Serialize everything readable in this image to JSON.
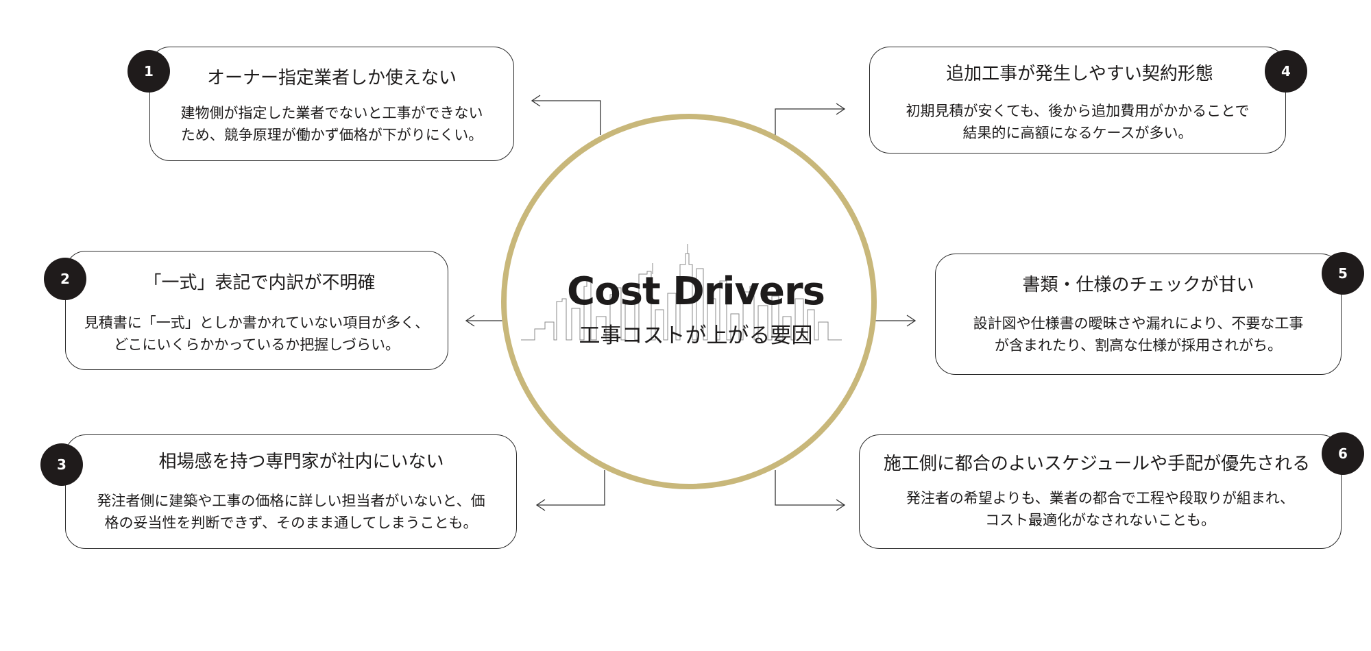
{
  "hub": {
    "title": "Cost Drivers",
    "subtitle": "工事コストが上がる要因",
    "ring_color": "#c8b77a"
  },
  "drivers": [
    {
      "number": "1",
      "title": "オーナー指定業者しか使えない",
      "body": [
        "建物側が指定した業者でないと工事ができない",
        "ため、競争原理が働かず価格が下がりにくい。"
      ]
    },
    {
      "number": "2",
      "title": "「一式」表記で内訳が不明確",
      "body": [
        "見積書に「一式」としか書かれていない項目が多く、",
        "どこにいくらかかっているか把握しづらい。"
      ]
    },
    {
      "number": "3",
      "title": "相場感を持つ専門家が社内にいない",
      "body": [
        "発注者側に建築や工事の価格に詳しい担当者がいないと、価",
        "格の妥当性を判断できず、そのまま通してしまうことも。"
      ]
    },
    {
      "number": "4",
      "title": "追加工事が発生しやすい契約形態",
      "body": [
        "初期見積が安くても、後から追加費用がかかることで",
        "結果的に高額になるケースが多い。"
      ]
    },
    {
      "number": "5",
      "title": "書類・仕様のチェックが甘い",
      "body": [
        "設計図や仕様書の曖昧さや漏れにより、不要な工事",
        "が含まれたり、割高な仕様が採用されがち。"
      ]
    },
    {
      "number": "6",
      "title": "施工側に都合のよいスケジュールや手配が優先される",
      "body": [
        "発注者の希望よりも、業者の都合で工程や段取りが組まれ、",
        "コスト最適化がなされないことも。"
      ]
    }
  ]
}
